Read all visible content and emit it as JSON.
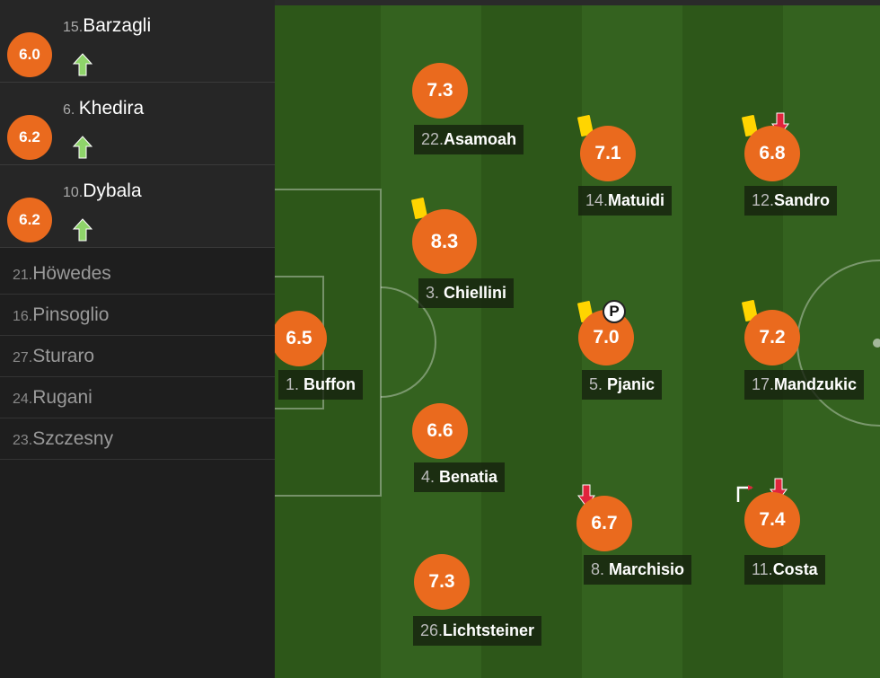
{
  "substitutes_in": [
    {
      "rating": "6.0",
      "num": "15.",
      "name": "Barzagli"
    },
    {
      "rating": "6.2",
      "num": "6. ",
      "name": "Khedira"
    },
    {
      "rating": "6.2",
      "num": "10.",
      "name": "Dybala"
    }
  ],
  "bench": [
    {
      "num": "21.",
      "name": "Höwedes"
    },
    {
      "num": "16.",
      "name": "Pinsoglio"
    },
    {
      "num": "27.",
      "name": "Sturaro"
    },
    {
      "num": "24.",
      "name": "Rugani"
    },
    {
      "num": "23.",
      "name": "Szczesny"
    }
  ],
  "lineup": [
    {
      "id": "buffon",
      "rating": "6.5",
      "num": "1. ",
      "name": "Buffon"
    },
    {
      "id": "asamoah",
      "rating": "7.3",
      "num": "22.",
      "name": "Asamoah"
    },
    {
      "id": "chiellini",
      "rating": "8.3",
      "num": "3. ",
      "name": "Chiellini"
    },
    {
      "id": "benatia",
      "rating": "6.6",
      "num": "4. ",
      "name": "Benatia"
    },
    {
      "id": "lichtsteiner",
      "rating": "7.3",
      "num": "26.",
      "name": "Lichtsteiner"
    },
    {
      "id": "matuidi",
      "rating": "7.1",
      "num": "14.",
      "name": "Matuidi"
    },
    {
      "id": "pjanic",
      "rating": "7.0",
      "num": "5. ",
      "name": "Pjanic"
    },
    {
      "id": "marchisio",
      "rating": "6.7",
      "num": "8. ",
      "name": "Marchisio"
    },
    {
      "id": "sandro",
      "rating": "6.8",
      "num": "12.",
      "name": "Sandro"
    },
    {
      "id": "mandzukic",
      "rating": "7.2",
      "num": "17.",
      "name": "Mandzukic"
    },
    {
      "id": "costa",
      "rating": "7.4",
      "num": "11.",
      "name": "Costa"
    }
  ],
  "icons": {
    "penalty_letter": "P",
    "rating_color": "#ea6a1e",
    "yellow_card_color": "#ffd500",
    "sub_in_color": "#8fd46a",
    "sub_out_color": "#e0243c"
  }
}
